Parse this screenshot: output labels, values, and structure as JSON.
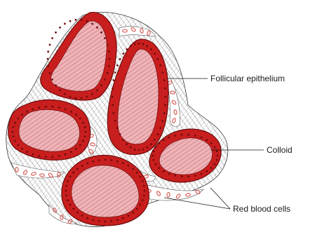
{
  "labels": {
    "follicular_epithelium": "Follicular epithelium",
    "colloid": "Colloid",
    "red_blood_cells": "Red blood cells"
  },
  "colors": {
    "background": "#ffffff",
    "epithelium_red": "#c81e1e",
    "epithelium_dark": "#6e0d0d",
    "colloid_pink": "#eeb4b8",
    "colloid_hatch": "#c46a72",
    "rbc_red": "#d9534f",
    "stroma_line": "#2a2a2a"
  }
}
